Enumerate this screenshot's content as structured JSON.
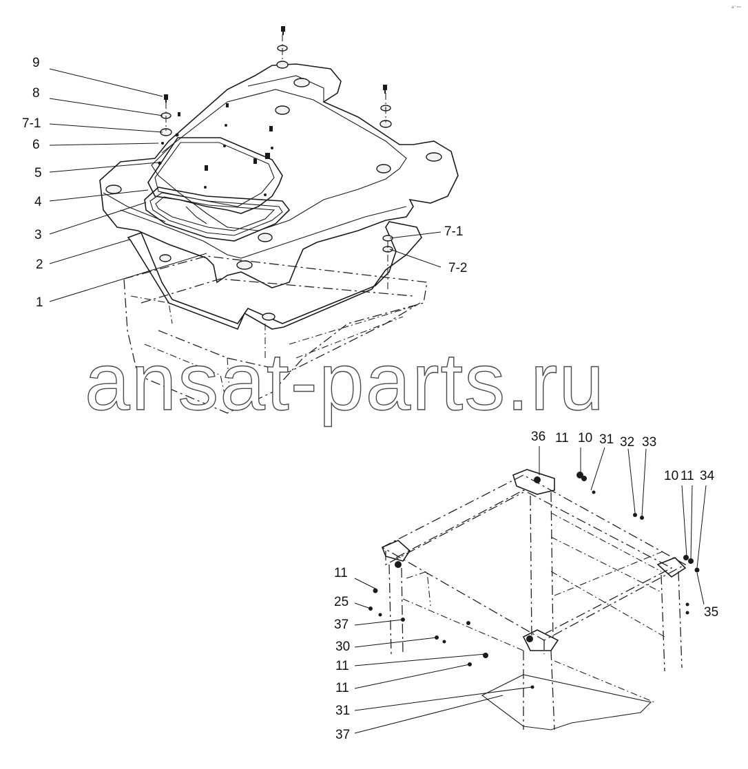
{
  "diagram": {
    "watermark": "ansat-parts.ru",
    "corner_mark": "a° ≈≈",
    "upper_assembly": {
      "callouts": [
        {
          "id": "9",
          "label": "9"
        },
        {
          "id": "8",
          "label": "8"
        },
        {
          "id": "7-1a",
          "label": "7-1"
        },
        {
          "id": "6",
          "label": "6"
        },
        {
          "id": "5",
          "label": "5"
        },
        {
          "id": "4",
          "label": "4"
        },
        {
          "id": "3",
          "label": "3"
        },
        {
          "id": "2",
          "label": "2"
        },
        {
          "id": "1",
          "label": "1"
        },
        {
          "id": "7-1b",
          "label": "7-1"
        },
        {
          "id": "7-2",
          "label": "7-2"
        }
      ]
    },
    "lower_assembly": {
      "callouts": [
        {
          "id": "36",
          "label": "36"
        },
        {
          "id": "11a",
          "label": "11"
        },
        {
          "id": "10a",
          "label": "10"
        },
        {
          "id": "31a",
          "label": "31"
        },
        {
          "id": "32",
          "label": "32"
        },
        {
          "id": "33",
          "label": "33"
        },
        {
          "id": "10b",
          "label": "10"
        },
        {
          "id": "11b",
          "label": "11"
        },
        {
          "id": "34",
          "label": "34"
        },
        {
          "id": "35",
          "label": "35"
        },
        {
          "id": "11c",
          "label": "11"
        },
        {
          "id": "25",
          "label": "25"
        },
        {
          "id": "37a",
          "label": "37"
        },
        {
          "id": "30",
          "label": "30"
        },
        {
          "id": "11d",
          "label": "11"
        },
        {
          "id": "11e",
          "label": "11"
        },
        {
          "id": "31b",
          "label": "31"
        },
        {
          "id": "37b",
          "label": "37"
        }
      ]
    }
  }
}
